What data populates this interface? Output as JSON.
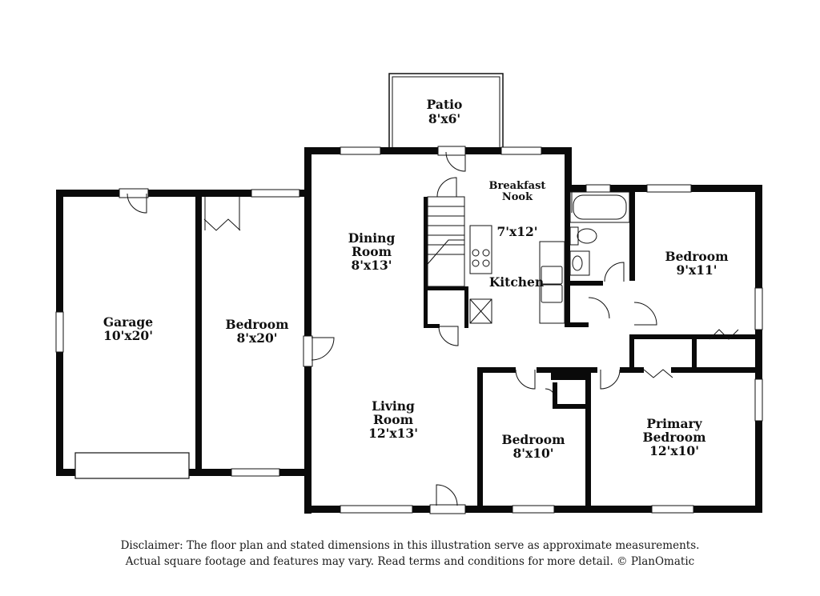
{
  "colors": {
    "wall": "#0a0a0a",
    "window": "#ffffff",
    "background": "#ffffff",
    "line": "#111111"
  },
  "rooms": {
    "patio": {
      "name": "Patio",
      "dims": "8'x6'"
    },
    "breakfast_nook": {
      "name_line1": "Breakfast",
      "name_line2": "Nook"
    },
    "kitchen_dims": "7'x12'",
    "kitchen": {
      "name": "Kitchen"
    },
    "dining_room": {
      "name_line1": "Dining",
      "name_line2": "Room",
      "dims": "8'x13'"
    },
    "garage": {
      "name": "Garage",
      "dims": "10'x20'"
    },
    "bedroom_west": {
      "name": "Bedroom",
      "dims": "8'x20'"
    },
    "bedroom_east": {
      "name": "Bedroom",
      "dims": "9'x11'"
    },
    "living_room": {
      "name_line1": "Living",
      "name_line2": "Room",
      "dims": "12'x13'"
    },
    "bedroom_south": {
      "name": "Bedroom",
      "dims": "8'x10'"
    },
    "primary_bedroom": {
      "name_line1": "Primary",
      "name_line2": "Bedroom",
      "dims": "12'x10'"
    }
  },
  "icons": [
    "stairs-icon",
    "range-icon",
    "sink-icon",
    "bathtub-icon",
    "toilet-icon",
    "vanity-icon",
    "dishwasher-icon"
  ],
  "disclaimer": {
    "line1": "Disclaimer: The floor plan and stated dimensions in this illustration serve as approximate measurements.",
    "line2": "Actual square footage and features may vary. Read terms and conditions for more detail. © PlanOmatic"
  }
}
